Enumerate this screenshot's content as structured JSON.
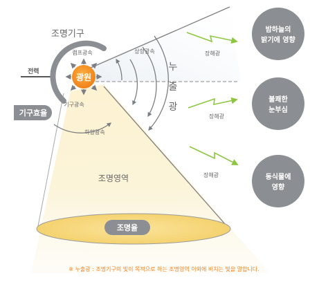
{
  "fixture": {
    "title": "조명기구",
    "source_label": "광원",
    "power_label": "전력",
    "lamp_flux_label": "램프광속",
    "fixture_flux_label": "기구광속",
    "efficiency_label": "기구효율"
  },
  "beam": {
    "upward_flux_label": "상향광속",
    "downward_flux_label": "하향광속",
    "area_label": "조명영역",
    "utilization_label": "조명율"
  },
  "spill_light": {
    "vertical_label": [
      "누",
      "출",
      "광"
    ]
  },
  "impacts": [
    {
      "id": "night-sky",
      "arrow_label": "장해광",
      "lines": [
        "밤하늘의",
        "밝기에 영향"
      ]
    },
    {
      "id": "glare",
      "arrow_label": "장해광",
      "lines": [
        "불쾌한",
        "눈부심"
      ]
    },
    {
      "id": "ecology",
      "arrow_label": "장해광",
      "lines": [
        "동식물에",
        "영향"
      ]
    }
  ],
  "footnote": "※ 누출광 : 조명기구의 빛이 목적으로 하는 조명영역 이외에 비치는 빛을 말합니다.",
  "colors": {
    "gray_badge": "#8b8e92",
    "source_orange": "#f49121",
    "arrow_green": "#8dc63f",
    "footnote_orange": "#f58220",
    "beam_yellow": "#f7e8b6"
  }
}
